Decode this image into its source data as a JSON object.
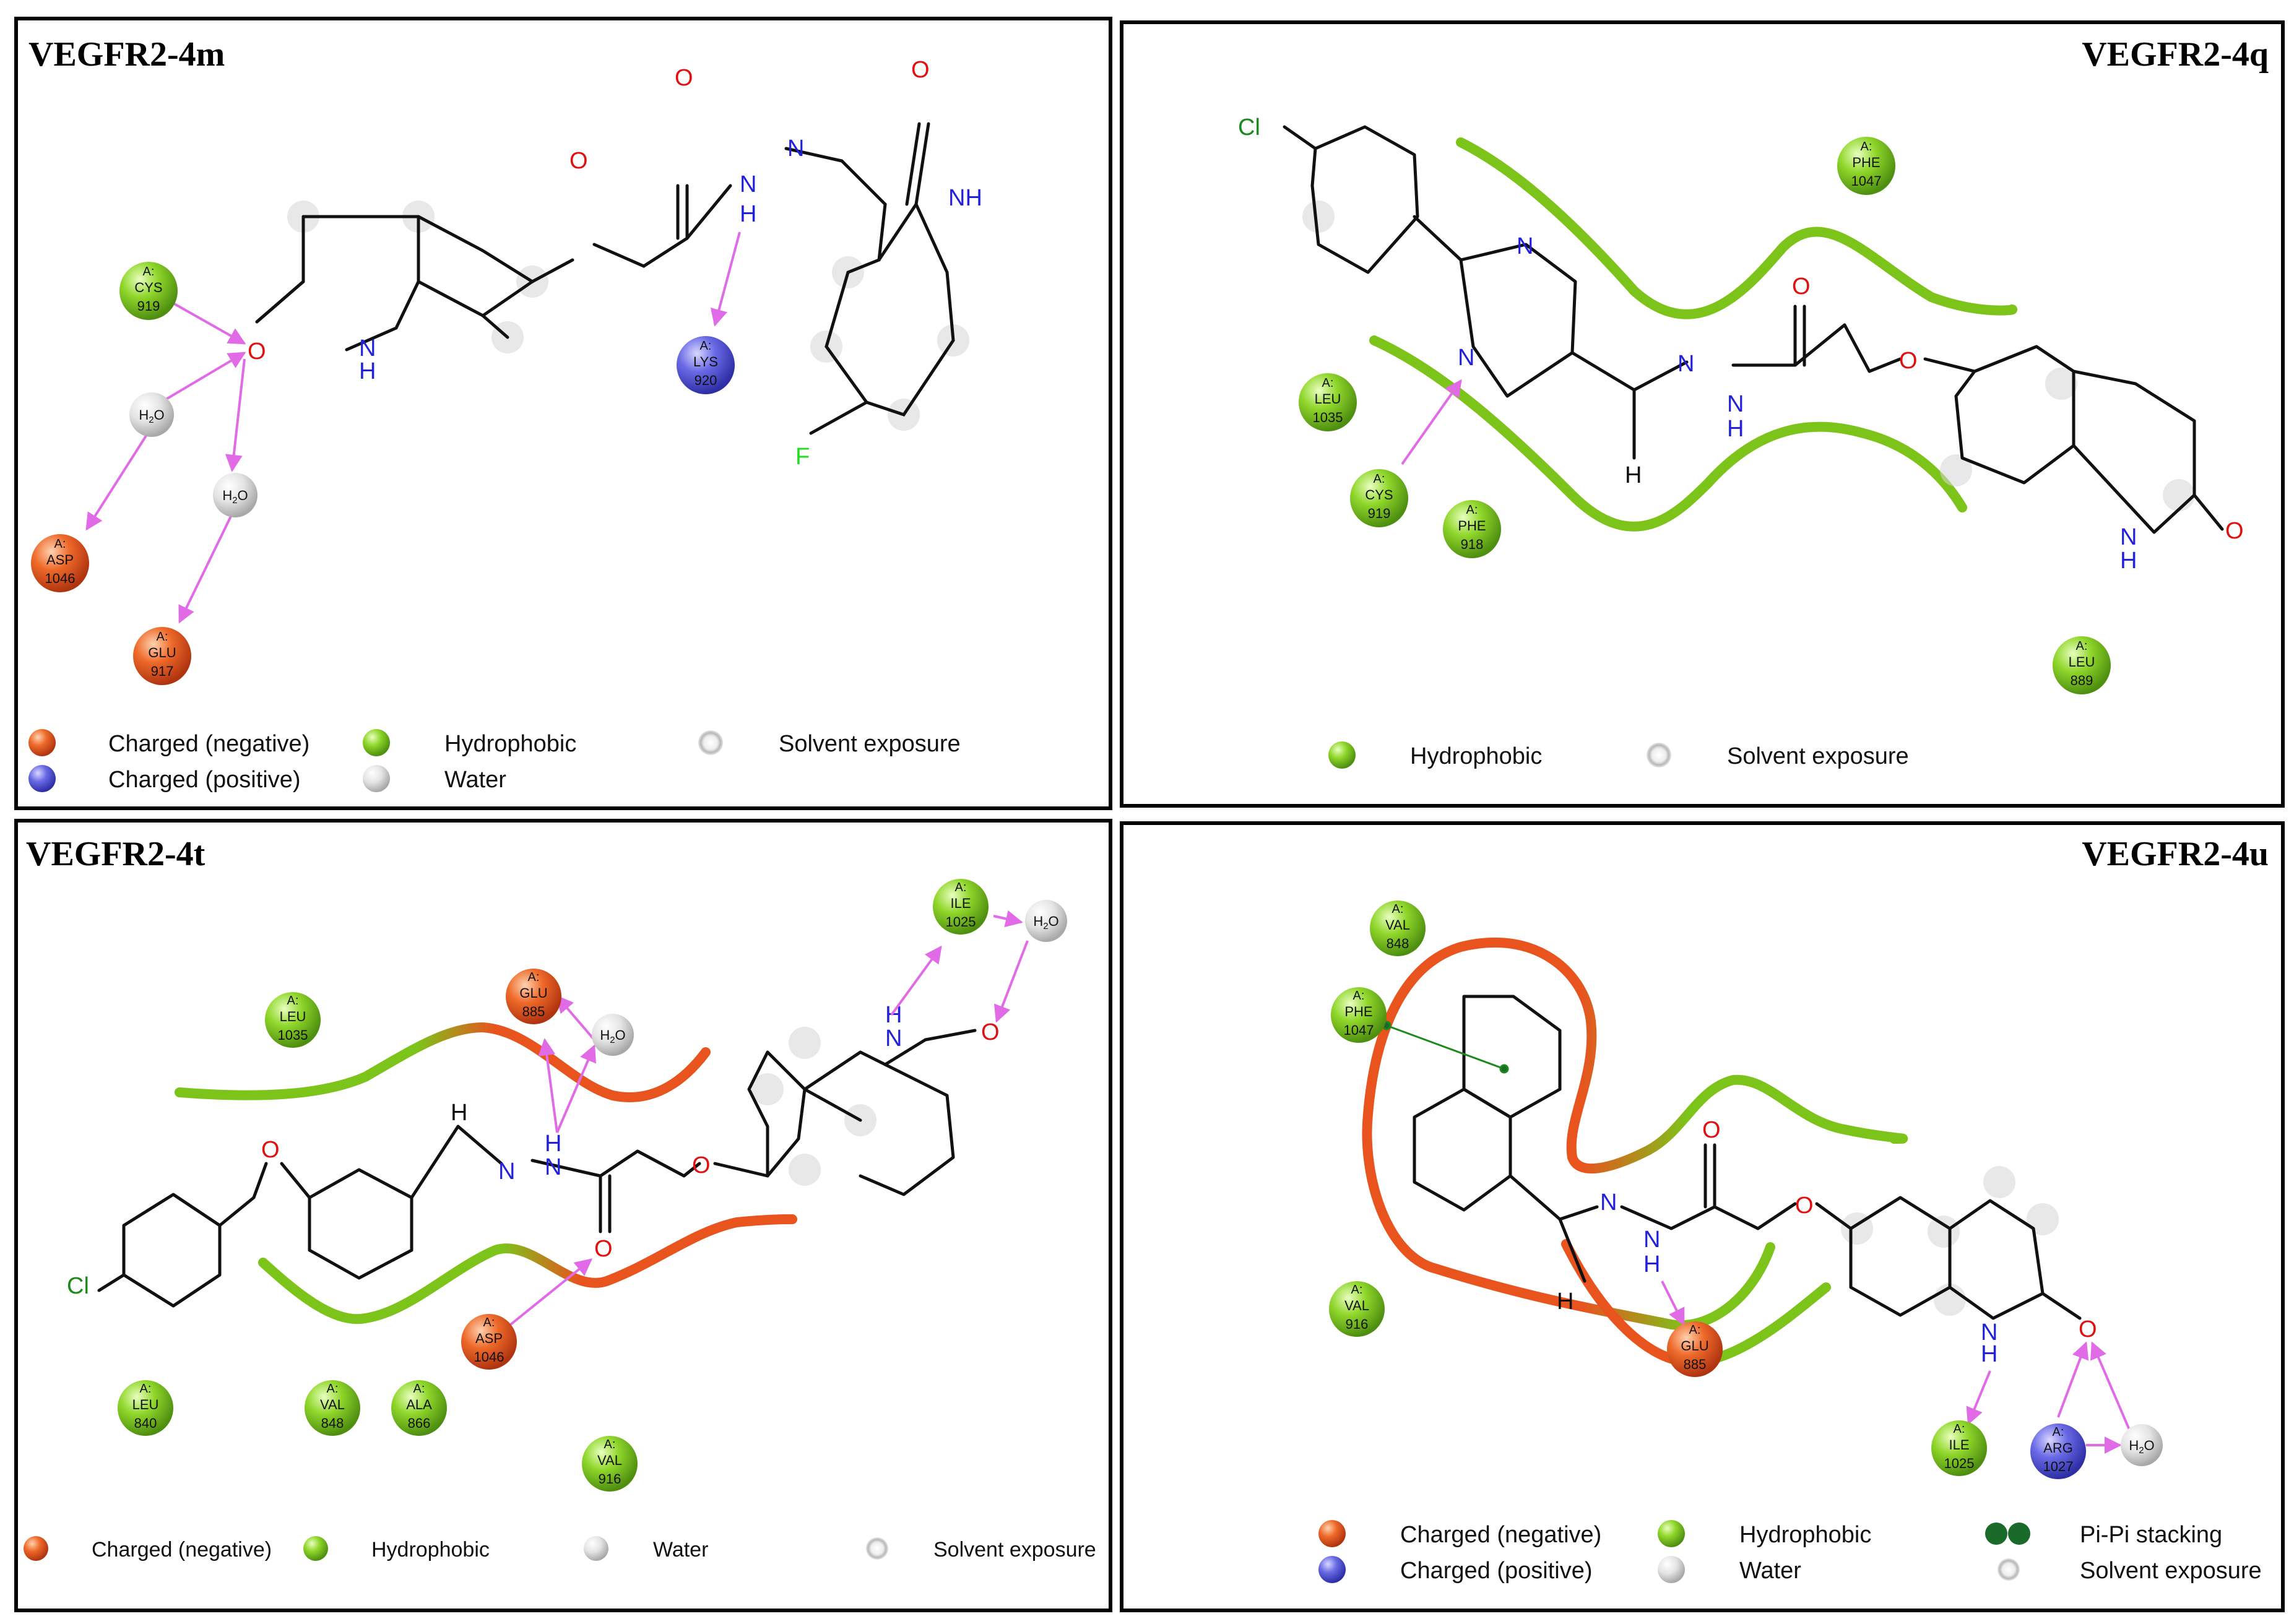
{
  "panels": [
    {
      "title": "VEGFR2-4m",
      "residues": [
        {
          "label": "A:",
          "name": "CYS",
          "num": "919",
          "kind": "hydrophobic"
        },
        {
          "label": "A:",
          "name": "LYS",
          "num": "920",
          "kind": "positive"
        },
        {
          "label": "A:",
          "name": "ASP",
          "num": "1046",
          "kind": "negative"
        },
        {
          "label": "A:",
          "name": "GLU",
          "num": "917",
          "kind": "negative"
        }
      ],
      "waters": [
        "H2O",
        "H2O"
      ],
      "atoms": {
        "o_ether": "O",
        "o_amide": "O",
        "n_hydrazone": "N",
        "n_amide": "N",
        "h_amide": "H",
        "o_indolinone": "O",
        "nh_indolinone": "NH",
        "f": "F",
        "o_lactam": "O",
        "nh_lactam": "N",
        "h_lactam": "H"
      },
      "legend": [
        "Charged (negative)",
        "Charged (positive)",
        "Hydrophobic",
        "Water",
        "Solvent exposure"
      ]
    },
    {
      "title": "VEGFR2-4q",
      "residues": [
        {
          "label": "A:",
          "name": "PHE",
          "num": "1047",
          "kind": "hydrophobic"
        },
        {
          "label": "A:",
          "name": "LEU",
          "num": "1035",
          "kind": "hydrophobic"
        },
        {
          "label": "A:",
          "name": "CYS",
          "num": "919",
          "kind": "hydrophobic"
        },
        {
          "label": "A:",
          "name": "PHE",
          "num": "918",
          "kind": "hydrophobic"
        },
        {
          "label": "A:",
          "name": "LEU",
          "num": "889",
          "kind": "hydrophobic"
        }
      ],
      "atoms": {
        "cl": "Cl",
        "n1": "N",
        "n2": "N",
        "n_hz1": "N",
        "n_hz2": "N",
        "h_nh": "H",
        "h_ch": "H",
        "o_amide": "O",
        "o_ether": "O",
        "nh_lactam": "N",
        "h_lactam": "H",
        "o_lactam": "O"
      },
      "legend": [
        "Hydrophobic",
        "Solvent exposure"
      ]
    },
    {
      "title": "VEGFR2-4t",
      "residues": [
        {
          "label": "A:",
          "name": "ILE",
          "num": "1025",
          "kind": "hydrophobic"
        },
        {
          "label": "A:",
          "name": "LEU",
          "num": "1035",
          "kind": "hydrophobic"
        },
        {
          "label": "A:",
          "name": "GLU",
          "num": "885",
          "kind": "negative"
        },
        {
          "label": "A:",
          "name": "ASP",
          "num": "1046",
          "kind": "negative"
        },
        {
          "label": "A:",
          "name": "LEU",
          "num": "840",
          "kind": "hydrophobic"
        },
        {
          "label": "A:",
          "name": "VAL",
          "num": "848",
          "kind": "hydrophobic"
        },
        {
          "label": "A:",
          "name": "ALA",
          "num": "866",
          "kind": "hydrophobic"
        },
        {
          "label": "A:",
          "name": "VAL",
          "num": "916",
          "kind": "hydrophobic"
        }
      ],
      "waters": [
        "H2O",
        "H2O"
      ],
      "atoms": {
        "h_ch": "H",
        "h_nh": "H",
        "n_nh": "N",
        "n_hz": "N",
        "o_phenoxy": "O",
        "o_amide": "O",
        "o_ether": "O",
        "cl": "Cl",
        "h_lactam": "H",
        "n_lactam": "N",
        "o_lactam": "O"
      },
      "legend": [
        "Charged (negative)",
        "Hydrophobic",
        "Water",
        "Solvent exposure"
      ]
    },
    {
      "title": "VEGFR2-4u",
      "residues": [
        {
          "label": "A:",
          "name": "VAL",
          "num": "848",
          "kind": "hydrophobic"
        },
        {
          "label": "A:",
          "name": "PHE",
          "num": "1047",
          "kind": "hydrophobic"
        },
        {
          "label": "A:",
          "name": "VAL",
          "num": "916",
          "kind": "hydrophobic"
        },
        {
          "label": "A:",
          "name": "GLU",
          "num": "885",
          "kind": "negative"
        },
        {
          "label": "A:",
          "name": "ILE",
          "num": "1025",
          "kind": "hydrophobic"
        },
        {
          "label": "A:",
          "name": "ARG",
          "num": "1027",
          "kind": "positive"
        }
      ],
      "waters": [
        "H2O"
      ],
      "atoms": {
        "n_hz": "N",
        "n_nh": "N",
        "h_nh": "H",
        "h_ch": "H",
        "o_amide": "O",
        "o_ether": "O",
        "n_lactam": "N",
        "h_lactam": "H",
        "o_lactam": "O"
      },
      "legend": [
        "Charged (negative)",
        "Charged (positive)",
        "Hydrophobic",
        "Water",
        "Pi-Pi stacking",
        "Solvent exposure"
      ]
    }
  ],
  "colors": {
    "negative": "#e8531e",
    "positive": "#5052d8",
    "hydrophobic": "#7cc41a",
    "water": "#d8d8d8",
    "pipi": "#1a6b2a",
    "hbond": "#e16be6",
    "nitrogen": "#2222dd",
    "oxygen": "#e01010",
    "chlorine": "#1a8a1a",
    "fluorine": "#22dd22"
  }
}
